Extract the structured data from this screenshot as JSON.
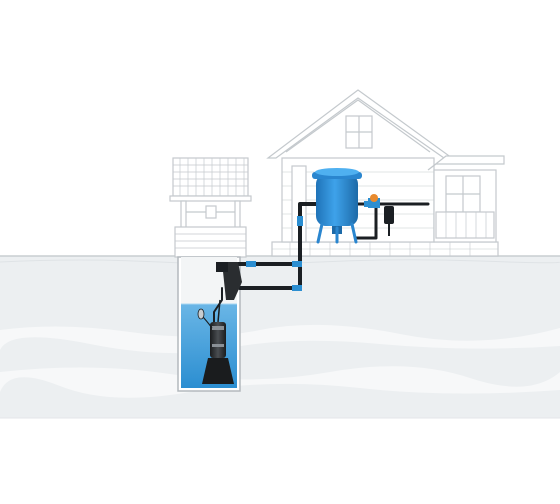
{
  "diagram": {
    "components": [
      {
        "name": "house",
        "icon": "house-icon"
      },
      {
        "name": "well-house",
        "icon": "well-house-icon"
      },
      {
        "name": "well-shaft",
        "icon": "well-shaft-icon"
      },
      {
        "name": "submersible-pump",
        "icon": "pump-icon"
      },
      {
        "name": "float-switch",
        "icon": "float-switch-icon"
      },
      {
        "name": "pressure-tank",
        "icon": "pressure-tank-icon"
      },
      {
        "name": "pressure-switch",
        "icon": "pressure-switch-icon"
      },
      {
        "name": "pipeline",
        "icon": "pipe-icon"
      }
    ]
  },
  "colors": {
    "outline": "#c4c9cd",
    "ground": "#eceff1",
    "soil_band": "#f7f8f9",
    "water": "#2b8ed1",
    "water_light": "#6ab6e6",
    "tank": "#2e8fd8",
    "pipe": "#1b1f23",
    "pipe_highlight": "#2b8ed1",
    "pump": "#2a2d30"
  }
}
